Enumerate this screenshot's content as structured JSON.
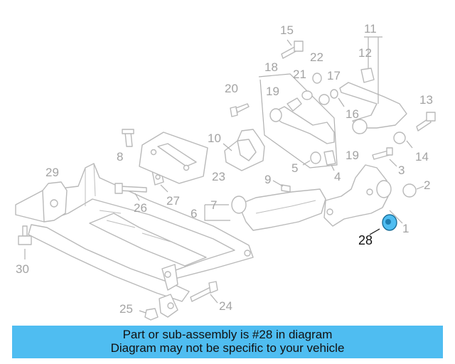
{
  "diagram": {
    "highlight_color": "#4fbdf1",
    "callouts": [
      "1",
      "2",
      "3",
      "4",
      "5",
      "6",
      "7",
      "8",
      "9",
      "10",
      "11",
      "12",
      "13",
      "14",
      "15",
      "16",
      "17",
      "18",
      "19",
      "19",
      "20",
      "21",
      "22",
      "23",
      "24",
      "25",
      "26",
      "27",
      "28",
      "29",
      "30"
    ],
    "highlighted_callout": "28"
  },
  "banner": {
    "background": "#4fbdf1",
    "line1": "Part or sub-assembly is #28 in diagram",
    "line2": "Diagram may not be specific to your vehicle"
  }
}
